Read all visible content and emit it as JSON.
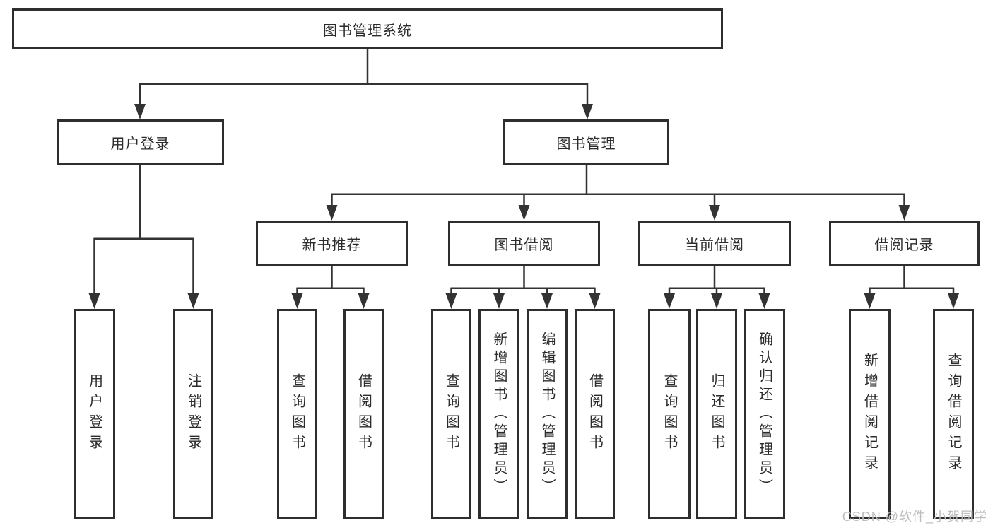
{
  "diagram": {
    "root": {
      "label": "图书管理系统"
    },
    "level2": [
      {
        "label": "用户登录"
      },
      {
        "label": "图书管理"
      }
    ],
    "level3": [
      {
        "label": "新书推荐",
        "parent": "图书管理"
      },
      {
        "label": "图书借阅",
        "parent": "图书管理"
      },
      {
        "label": "当前借阅",
        "parent": "图书管理"
      },
      {
        "label": "借阅记录",
        "parent": "图书管理"
      }
    ],
    "leaves": [
      {
        "label": "用户登录",
        "parent": "用户登录"
      },
      {
        "label": "注销登录",
        "parent": "用户登录"
      },
      {
        "label": "查询图书",
        "parent": "新书推荐"
      },
      {
        "label": "借阅图书",
        "parent": "新书推荐"
      },
      {
        "label": "查询图书",
        "parent": "图书借阅"
      },
      {
        "label": "新增图书（管理员）",
        "parent": "图书借阅"
      },
      {
        "label": "编辑图书（管理员）",
        "parent": "图书借阅"
      },
      {
        "label": "借阅图书",
        "parent": "图书借阅"
      },
      {
        "label": "查询图书",
        "parent": "当前借阅"
      },
      {
        "label": "归还图书",
        "parent": "当前借阅"
      },
      {
        "label": "确认归还（管理员）",
        "parent": "当前借阅"
      },
      {
        "label": "新增借阅记录",
        "parent": "借阅记录"
      },
      {
        "label": "查询借阅记录",
        "parent": "借阅记录"
      }
    ]
  },
  "watermark": {
    "text": "CSDN @软件_小贺同学"
  },
  "colors": {
    "line": "#333333",
    "box_border": "#2e2e2e",
    "text": "#2b2b2b",
    "watermark": "#bdbdbd",
    "background": "#ffffff"
  }
}
